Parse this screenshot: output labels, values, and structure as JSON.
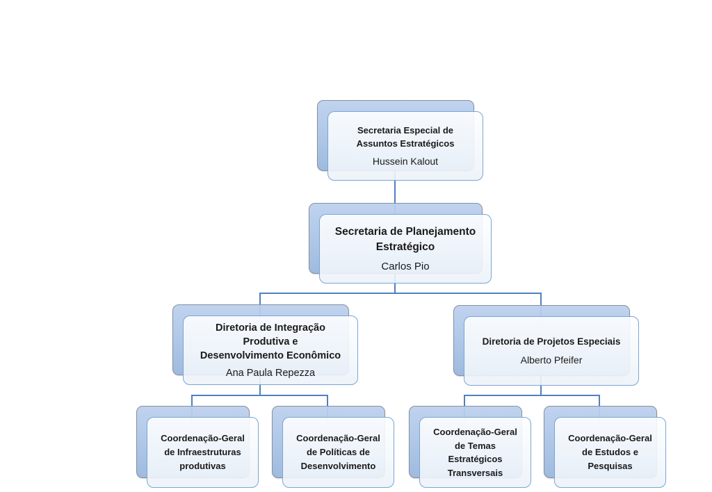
{
  "org_chart": {
    "nodes": [
      {
        "id": "secretaria-especial",
        "title": "Secretaria Especial de\nAssuntos Estratégicos",
        "person": "Hussein Kalout"
      },
      {
        "id": "secretaria-planejamento",
        "title": "Secretaria de Planejamento\nEstratégico",
        "person": "Carlos Pio"
      },
      {
        "id": "diretoria-integracao",
        "title": "Diretoria de Integração\nProdutiva e\nDesenvolvimento Econômico",
        "person": "Ana Paula Repezza"
      },
      {
        "id": "diretoria-projetos",
        "title": "Diretoria de Projetos Especiais",
        "person": "Alberto Pfeifer"
      },
      {
        "id": "cg-infraestruturas",
        "title": "Coordenação-Geral\nde Infraestruturas\nprodutivas"
      },
      {
        "id": "cg-politicas",
        "title": "Coordenação-Geral\nde Políticas de\nDesenvolvimento"
      },
      {
        "id": "cg-temas",
        "title": "Coordenação-Geral\nde Temas\nEstratégicos\nTransversais"
      },
      {
        "id": "cg-estudos",
        "title": "Coordenação-Geral\nde Estudos e\nPesquisas"
      }
    ],
    "edges": [
      {
        "from": "secretaria-especial",
        "to": "secretaria-planejamento"
      },
      {
        "from": "secretaria-planejamento",
        "to": "diretoria-integracao"
      },
      {
        "from": "secretaria-planejamento",
        "to": "diretoria-projetos"
      },
      {
        "from": "diretoria-integracao",
        "to": "cg-infraestruturas"
      },
      {
        "from": "diretoria-integracao",
        "to": "cg-politicas"
      },
      {
        "from": "diretoria-projetos",
        "to": "cg-temas"
      },
      {
        "from": "diretoria-projetos",
        "to": "cg-estudos"
      }
    ],
    "colors": {
      "connector": "#4f81bd",
      "back_box_fill_top": "#bcd0ee",
      "back_box_fill_bottom": "#99b6dd",
      "back_box_border": "#87909b",
      "front_box_fill": "#f6f9fc",
      "front_box_border": "#7aa5d2",
      "text": "#1a1a1a",
      "background": "#ffffff"
    }
  }
}
